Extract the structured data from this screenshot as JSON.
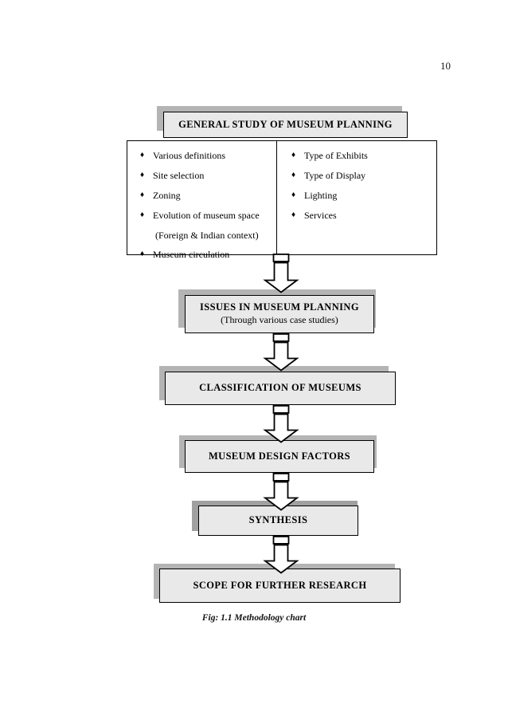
{
  "document": {
    "page_number": "10",
    "caption": "Fig: 1.1  Methodology chart"
  },
  "chart_data": {
    "type": "diagram",
    "diagram_kind": "flowchart",
    "title": "Methodology chart",
    "orientation": "top-to-bottom",
    "nodes": [
      {
        "id": "general-study",
        "label": "GENERAL STUDY OF MUSEUM PLANNING",
        "sublabel": "",
        "style": "shadowed-gray-box"
      },
      {
        "id": "issues",
        "label": "ISSUES IN MUSEUM PLANNING",
        "sublabel": "(Through various case studies)",
        "style": "shadowed-gray-box"
      },
      {
        "id": "classification",
        "label": "CLASSIFICATION OF MUSEUMS",
        "sublabel": "",
        "style": "shadowed-gray-box"
      },
      {
        "id": "design-factors",
        "label": "MUSEUM DESIGN FACTORS",
        "sublabel": "",
        "style": "shadowed-gray-box"
      },
      {
        "id": "synthesis",
        "label": "SYNTHESIS",
        "sublabel": "",
        "style": "shadowed-gray-box"
      },
      {
        "id": "scope",
        "label": "SCOPE FOR FURTHER RESEARCH",
        "sublabel": "",
        "style": "shadowed-gray-box"
      }
    ],
    "edges": [
      {
        "from": "general-study",
        "to": "issues",
        "marker": "block-arrow-down"
      },
      {
        "from": "issues",
        "to": "classification",
        "marker": "block-arrow-down"
      },
      {
        "from": "classification",
        "to": "design-factors",
        "marker": "block-arrow-down"
      },
      {
        "from": "design-factors",
        "to": "synthesis",
        "marker": "block-arrow-down"
      },
      {
        "from": "synthesis",
        "to": "scope",
        "marker": "block-arrow-down"
      }
    ],
    "detail_panel": {
      "attached_to": "general-study",
      "bullet_glyph": "♦",
      "columns": [
        {
          "name": "left-column",
          "items": [
            "Various definitions",
            "Site selection",
            "Zoning",
            "Evolution of museum space",
            "Museum circulation"
          ],
          "continuation_after_index": 3,
          "continuation_text": "(Foreign & Indian context)"
        },
        {
          "name": "right-column",
          "items": [
            "Type of Exhibits",
            "Type of Display",
            "Lighting",
            "Services"
          ]
        }
      ]
    }
  },
  "boxes": {
    "general_study": {
      "label": "GENERAL STUDY OF MUSEUM PLANNING"
    },
    "issues": {
      "label": "ISSUES IN MUSEUM PLANNING",
      "sublabel": "(Through various case studies)"
    },
    "classification": {
      "label": "CLASSIFICATION OF MUSEUMS"
    },
    "design_factors": {
      "label": "MUSEUM DESIGN FACTORS"
    },
    "synthesis": {
      "label": "SYNTHESIS"
    },
    "scope": {
      "label": "SCOPE FOR FURTHER RESEARCH"
    }
  },
  "bullets": {
    "glyph": "♦",
    "left": [
      "Various definitions",
      "Site selection",
      "Zoning",
      "Evolution of museum space",
      "Museum circulation"
    ],
    "left_continuation": "(Foreign & Indian context)",
    "right": [
      "Type of Exhibits",
      "Type of Display",
      "Lighting",
      "Services"
    ]
  },
  "colors": {
    "box_fill": "#e9e9e9",
    "box_border": "#000000",
    "shadow": "#b4b4b4",
    "shadow_dark": "#a0a0a0",
    "page_background": "#ffffff",
    "text": "#000000"
  }
}
